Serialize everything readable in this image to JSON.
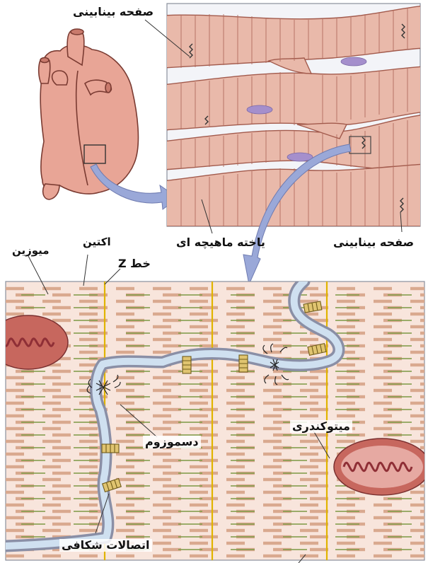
{
  "labels": {
    "intercalated_disc_top": "صفحه بینابینی",
    "intercalated_disc_right": "صفحه بینابینی",
    "muscle_cell": "یاخته ماهیچه ای",
    "myosin": "میوزین",
    "actin": "اکتین",
    "z_line": "خط Z",
    "desmosome": "دسموزوم",
    "mitochondrion": "میتوکندری",
    "gap_junctions": "اتصالات شکافی"
  },
  "colors": {
    "heart": "#e8a596",
    "heart_outline": "#7a3b32",
    "tissue_bg": "#f6d9cf",
    "fiber": "#e9b9aa",
    "striation": "#b0675a",
    "nucleus": "#a58fcc",
    "actin_line": "#7c9a45",
    "myosin_band": "#d9a98f",
    "z_line": "#e0b400",
    "membrane": "#9aa0b8",
    "cytoplasm_gap": "#cfe0f0",
    "mito_outer": "#c7675e",
    "mito_inner": "#8f2f36",
    "arrow": "#9aa8d8"
  }
}
